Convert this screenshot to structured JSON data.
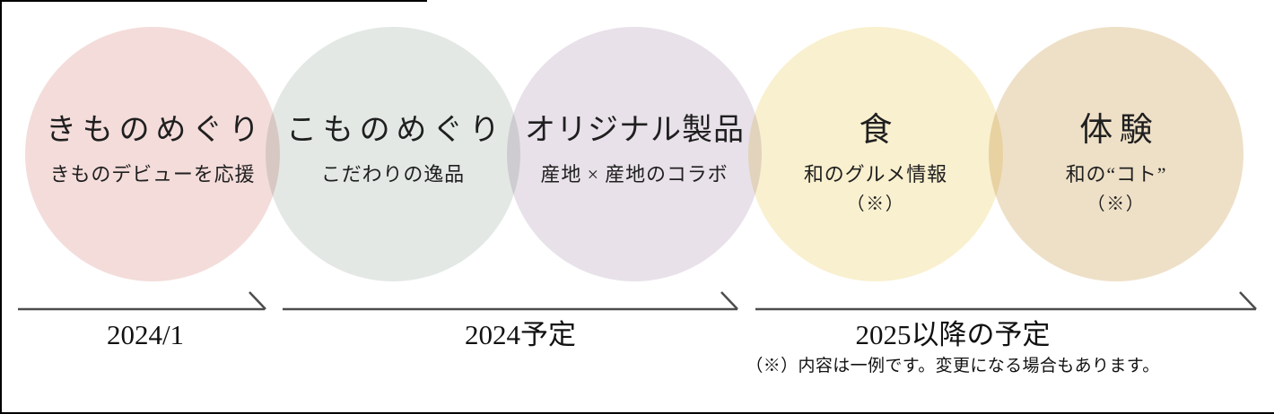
{
  "diagram": {
    "circles": [
      {
        "title": "きものめぐり",
        "subtitle": "きものデビューを応援",
        "note": null,
        "color": "#f3dcda"
      },
      {
        "title": "こものめぐり",
        "subtitle": "こだわりの逸品",
        "note": null,
        "color": "#e3e8e5"
      },
      {
        "title": "オリジナル製品",
        "subtitle": "産地 × 産地のコラボ",
        "note": null,
        "color": "#e8e1e9"
      },
      {
        "title": "食",
        "subtitle": "和のグルメ情報",
        "note": "（※）",
        "color": "#f9f0cf"
      },
      {
        "title": "体験",
        "subtitle": "和の“コト”",
        "note": "（※）",
        "color": "#eee0c7"
      }
    ],
    "timeline_segments": [
      {
        "label": "2024/1"
      },
      {
        "label": "2024予定"
      },
      {
        "label": "2025以降の予定"
      }
    ],
    "footnote": "（※）内容は一例です。変更になる場合もあります。",
    "colors": {
      "arrow": "#4d4d4d",
      "text": "#1f1f1f",
      "border": "#000000"
    }
  }
}
